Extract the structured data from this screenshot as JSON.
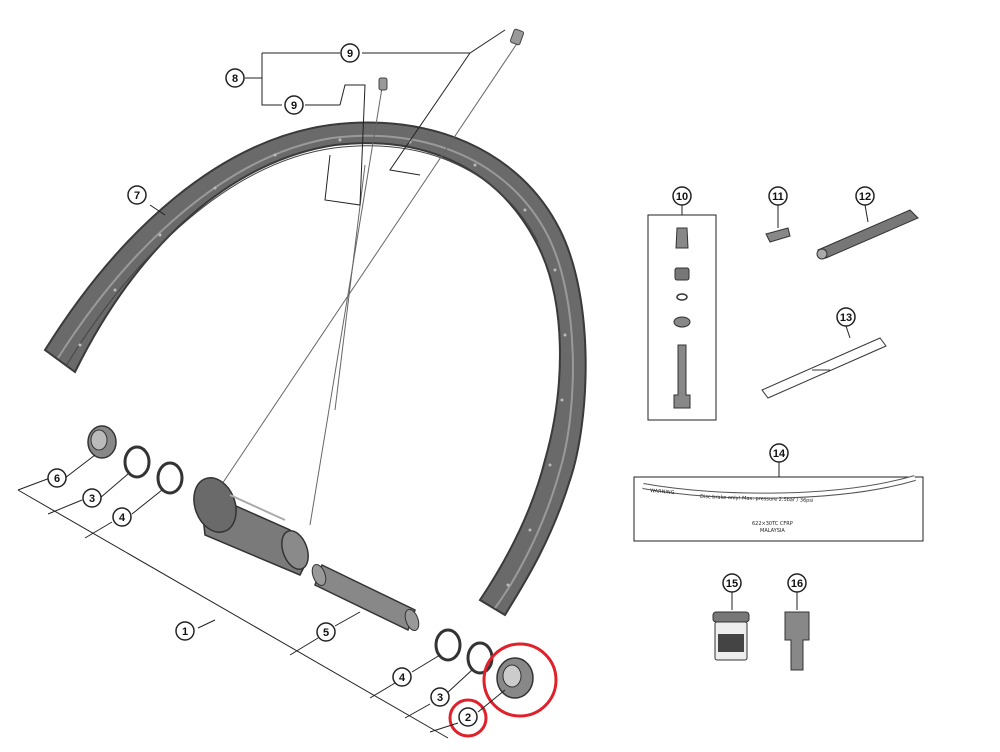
{
  "callouts": [
    {
      "id": "1",
      "label": "1"
    },
    {
      "id": "2",
      "label": "2"
    },
    {
      "id": "3a",
      "label": "3"
    },
    {
      "id": "3b",
      "label": "3"
    },
    {
      "id": "4a",
      "label": "4"
    },
    {
      "id": "4b",
      "label": "4"
    },
    {
      "id": "5",
      "label": "5"
    },
    {
      "id": "6",
      "label": "6"
    },
    {
      "id": "7",
      "label": "7"
    },
    {
      "id": "8",
      "label": "8"
    },
    {
      "id": "9a",
      "label": "9"
    },
    {
      "id": "9b",
      "label": "9"
    },
    {
      "id": "10",
      "label": "10"
    },
    {
      "id": "11",
      "label": "11"
    },
    {
      "id": "12",
      "label": "12"
    },
    {
      "id": "13",
      "label": "13"
    },
    {
      "id": "14",
      "label": "14"
    },
    {
      "id": "15",
      "label": "15"
    },
    {
      "id": "16",
      "label": "16"
    }
  ],
  "sticker": {
    "warning": "WARNING",
    "line1": "Disc brake only!  Max. pressure 2.5bar / 36psi",
    "size": "622×30TC CFRP",
    "origin": "MALAYSIA"
  },
  "colors": {
    "line": "#333333",
    "rim": "#5a5a5a",
    "highlight": "#e0202a"
  }
}
